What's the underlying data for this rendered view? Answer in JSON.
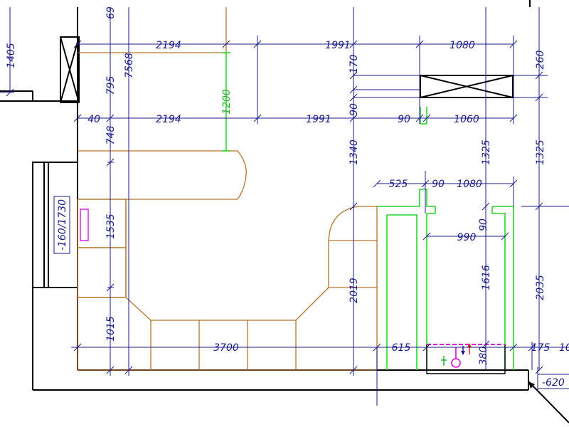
{
  "colors": {
    "dimension": "#1a1a8c",
    "cabinet": "#b5732b",
    "appliance": "#2bd42b",
    "wall": "#000000",
    "outlet_magenta": "#d400d4",
    "outlet_red": "#e02020"
  },
  "labels": {
    "d1405": "1405",
    "d69": "69",
    "d7568": "7568",
    "d795": "795",
    "d748": "748",
    "d1535": "1535",
    "d1015": "1015",
    "d2194_top": "2194",
    "d1991_top": "1991",
    "d1080_top": "1080",
    "d260": "260",
    "d170": "170",
    "d90_a": "90",
    "d40": "40",
    "d2194_mid": "2194",
    "d1991_mid": "1991",
    "d90_b": "90",
    "d1060": "1060",
    "d1200": "1200",
    "d1340": "1340",
    "d1325_a": "1325",
    "d1325_b": "1325",
    "d525": "525",
    "d90_c": "90",
    "d1080_mid": "1080",
    "d90_d": "90",
    "d990": "990",
    "d1616": "1616",
    "d2019": "2019",
    "d2035": "2035",
    "d3700": "3700",
    "d615": "615",
    "d380": "380",
    "d175": "175",
    "d10": "10",
    "window_label": "-160/1730",
    "d620": "-620"
  }
}
